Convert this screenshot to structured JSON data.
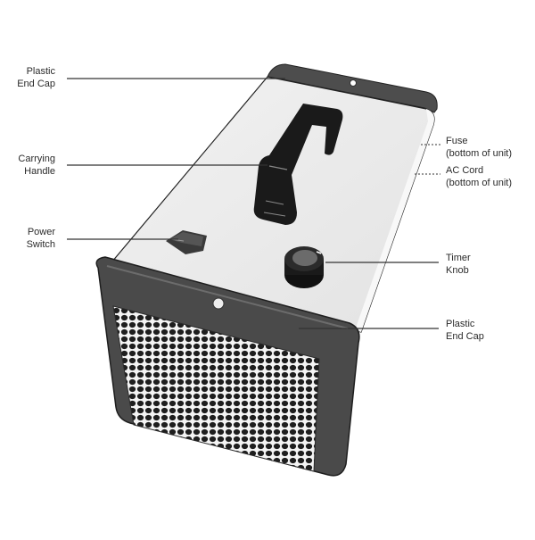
{
  "diagram": {
    "subject": "Portable heater",
    "colors": {
      "body": "#ececec",
      "end_cap": "#4a4a4a",
      "handle": "#1a1a1a",
      "grille": "#222222",
      "leader_line": "#333333"
    },
    "callouts_left": [
      {
        "id": "plastic-end-cap-top",
        "line1": "Plastic",
        "line2": "End Cap"
      },
      {
        "id": "carrying-handle",
        "line1": "Carrying",
        "line2": "Handle"
      },
      {
        "id": "power-switch",
        "line1": "Power",
        "line2": "Switch"
      }
    ],
    "callouts_right": [
      {
        "id": "fuse",
        "line1": "Fuse",
        "line2": "(bottom of unit)"
      },
      {
        "id": "ac-cord",
        "line1": "AC Cord",
        "line2": "(bottom of unit)"
      },
      {
        "id": "timer-knob",
        "line1": "Timer",
        "line2": "Knob"
      },
      {
        "id": "plastic-end-cap-front",
        "line1": "Plastic",
        "line2": "End Cap"
      }
    ]
  }
}
